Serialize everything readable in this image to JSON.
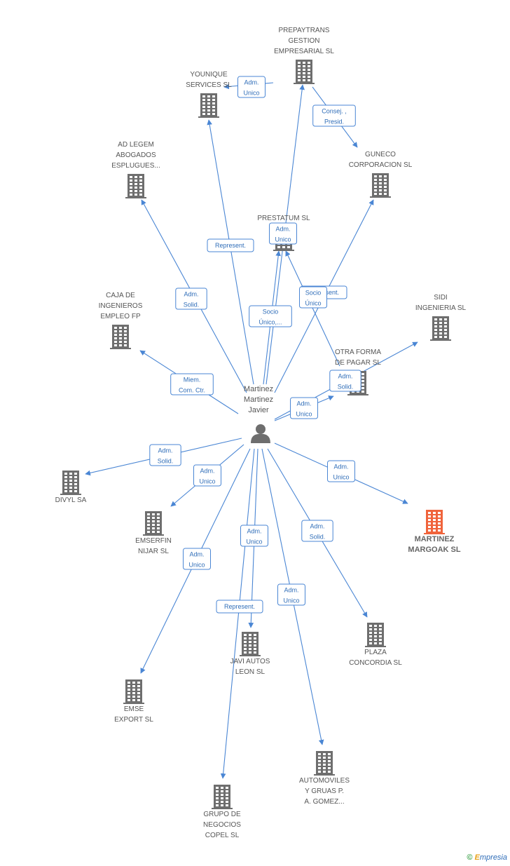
{
  "center": {
    "name_lines": [
      "Martinez",
      "Martinez",
      "Javier"
    ],
    "icon": "person-icon"
  },
  "nodes": [
    {
      "id": "prepaytrans",
      "lines": [
        "PREPAYTRANS",
        "GESTION",
        "EMPRESARIAL SL"
      ],
      "icon": "building-icon"
    },
    {
      "id": "younique",
      "lines": [
        "YOUNIQUE",
        "SERVICES SL"
      ],
      "icon": "building-icon"
    },
    {
      "id": "adlegem",
      "lines": [
        "AD LEGEM",
        "ABOGADOS",
        "ESPLUGUES..."
      ],
      "icon": "building-icon"
    },
    {
      "id": "guneco",
      "lines": [
        "GUNECO",
        "CORPORACION SL"
      ],
      "icon": "building-icon"
    },
    {
      "id": "prestatum",
      "lines": [
        "PRESTATUM  SL"
      ],
      "icon": "building-icon"
    },
    {
      "id": "caja",
      "lines": [
        "CAJA DE",
        "INGENIEROS",
        "EMPLEO FP"
      ],
      "icon": "building-icon"
    },
    {
      "id": "sidi",
      "lines": [
        "SIDI",
        "INGENIERIA  SL"
      ],
      "icon": "building-icon"
    },
    {
      "id": "otraforma",
      "lines": [
        "OTRA FORMA",
        "DE PAGAR  SL"
      ],
      "icon": "building-icon"
    },
    {
      "id": "divyl",
      "lines": [
        "DIVYL SA"
      ],
      "icon": "building-icon"
    },
    {
      "id": "emserfin",
      "lines": [
        "EMSERFIN",
        "NIJAR SL"
      ],
      "icon": "building-icon"
    },
    {
      "id": "martinezmargoak",
      "lines": [
        "MARTINEZ",
        "MARGOAK SL"
      ],
      "icon": "building-icon",
      "highlight": true
    },
    {
      "id": "plaza",
      "lines": [
        "PLAZA",
        "CONCORDIA SL"
      ],
      "icon": "building-icon"
    },
    {
      "id": "javiautos",
      "lines": [
        "JAVI AUTOS",
        "LEON SL"
      ],
      "icon": "building-icon"
    },
    {
      "id": "emse",
      "lines": [
        "EMSE",
        "EXPORT SL"
      ],
      "icon": "building-icon"
    },
    {
      "id": "automoviles",
      "lines": [
        "AUTOMOVILES",
        "Y GRUAS P.",
        "A. GOMEZ..."
      ],
      "icon": "building-icon"
    },
    {
      "id": "grupo",
      "lines": [
        "GRUPO DE",
        "NEGOCIOS",
        "COPEL SL"
      ],
      "icon": "building-icon"
    }
  ],
  "edges": [
    {
      "from": "center",
      "to": "younique",
      "label": [
        "Represent."
      ]
    },
    {
      "from": "center",
      "to": "prepaytrans",
      "label": [
        "Socio",
        "Único,..."
      ]
    },
    {
      "from": "prepaytrans",
      "to": "younique",
      "label": [
        "Adm.",
        "Unico"
      ]
    },
    {
      "from": "prepaytrans",
      "to": "guneco",
      "label": [
        "Consej. ,",
        "Presid."
      ]
    },
    {
      "from": "center",
      "to": "adlegem",
      "label": [
        "Adm.",
        "Solid."
      ]
    },
    {
      "from": "center",
      "to": "guneco",
      "label": [
        "Represent."
      ]
    },
    {
      "from": "center",
      "to": "prestatum",
      "label": [
        "Adm.",
        "Unico"
      ]
    },
    {
      "from": "otraforma",
      "to": "prestatum",
      "label": [
        "Socio",
        "Único"
      ]
    },
    {
      "from": "center",
      "to": "caja",
      "label": [
        "Miem.",
        "Com. Ctr."
      ]
    },
    {
      "from": "center",
      "to": "sidi",
      "label": [
        "Adm.",
        "Solid."
      ]
    },
    {
      "from": "center",
      "to": "otraforma",
      "label": [
        "Adm.",
        "Unico"
      ]
    },
    {
      "from": "center",
      "to": "divyl",
      "label": [
        "Adm.",
        "Solid."
      ]
    },
    {
      "from": "center",
      "to": "emserfin",
      "label": [
        "Adm.",
        "Unico"
      ]
    },
    {
      "from": "center",
      "to": "martinezmargoak",
      "label": [
        "Adm.",
        "Unico"
      ]
    },
    {
      "from": "center",
      "to": "plaza",
      "label": [
        "Adm.",
        "Solid."
      ]
    },
    {
      "from": "center",
      "to": "javiautos",
      "label": [
        "Adm.",
        "Unico"
      ]
    },
    {
      "from": "center",
      "to": "emse",
      "label": [
        "Adm.",
        "Unico"
      ]
    },
    {
      "from": "center",
      "to": "automoviles",
      "label": [
        "Adm.",
        "Unico"
      ]
    },
    {
      "from": "center",
      "to": "grupo",
      "label": [
        "Represent."
      ]
    }
  ],
  "colors": {
    "edge": "#4a86d4",
    "building": "#6e6e6e",
    "building_highlight": "#f0643c",
    "person": "#6e6e6e"
  },
  "footer": {
    "copyright": "©",
    "brand_initial": "E",
    "brand_rest": "mpresia"
  }
}
